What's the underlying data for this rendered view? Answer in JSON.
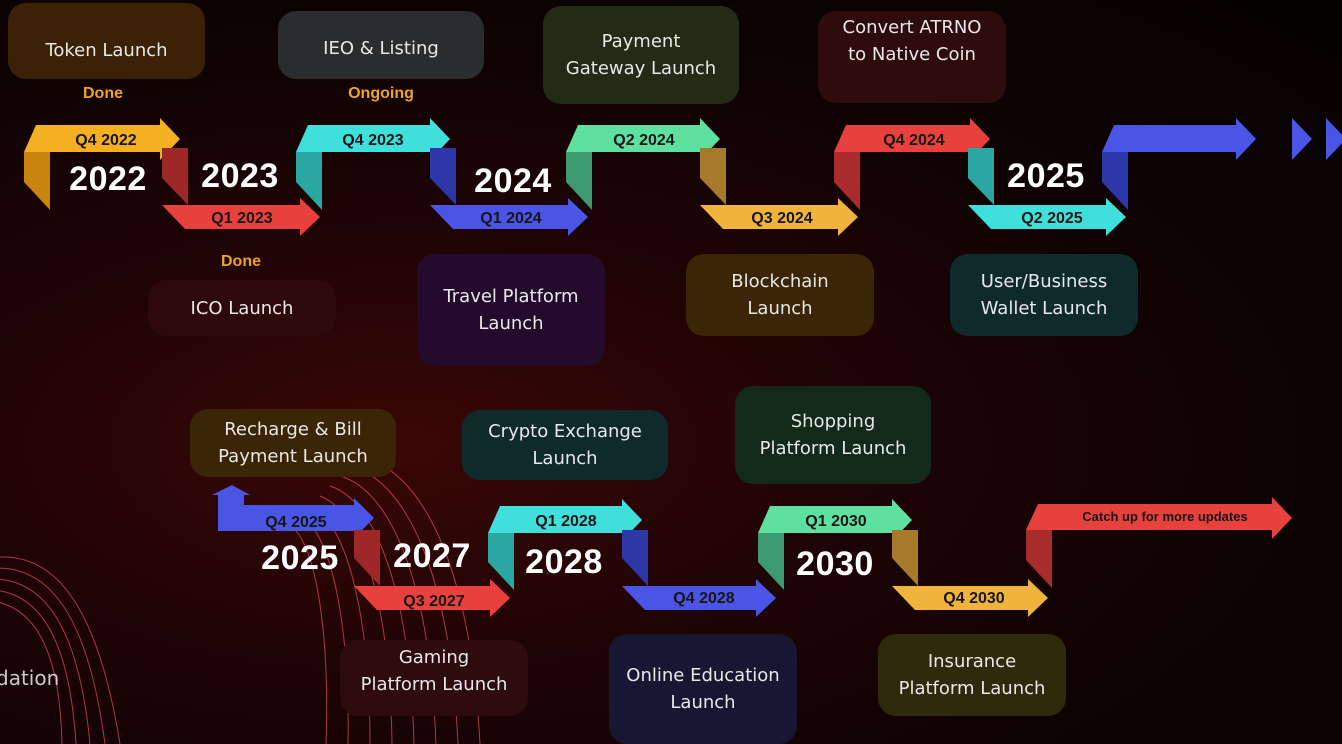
{
  "side_text": "dation",
  "row1": {
    "years": [
      "2022",
      "2023",
      "2024",
      "2025"
    ],
    "quarters": [
      "Q4 2022",
      "Q1 2023",
      "Q4 2023",
      "Q1 2024",
      "Q2 2024",
      "Q3 2024",
      "Q4 2024",
      "Q2 2025"
    ],
    "milestones": [
      {
        "text": "Token Launch",
        "status": "Done"
      },
      {
        "text": "ICO Launch",
        "status": "Done"
      },
      {
        "text": "IEO & Listing",
        "status": "Ongoing"
      },
      {
        "text": "Travel Platform\nLaunch",
        "status": ""
      },
      {
        "text": "Payment\nGateway Launch",
        "status": ""
      },
      {
        "text": "Blockchain\nLaunch",
        "status": ""
      },
      {
        "text": "Convert ATRNO\nto Native Coin",
        "status": ""
      },
      {
        "text": "User/Business\nWallet Launch",
        "status": ""
      }
    ]
  },
  "row2": {
    "years": [
      "2025",
      "2027",
      "2028",
      "2030"
    ],
    "quarters": [
      "Q4 2025",
      "Q3 2027",
      "Q1 2028",
      "Q4 2028",
      "Q1 2030",
      "Q4 2030"
    ],
    "end_label": "Catch up for more updates",
    "milestones": [
      {
        "text": "Recharge & Bill\nPayment Launch"
      },
      {
        "text": "Gaming\nPlatform Launch"
      },
      {
        "text": "Crypto Exchange\nLaunch"
      },
      {
        "text": "Online Education\nLaunch"
      },
      {
        "text": "Shopping\nPlatform Launch"
      },
      {
        "text": "Insurance\nPlatform Launch"
      }
    ]
  },
  "colors": {
    "yellow": "#f5b021",
    "red": "#e8413d",
    "cyan": "#3fe0dc",
    "blue": "#4a55e6",
    "green": "#5ee0a0",
    "gold": "#f0b33c",
    "status": "#f0a320"
  }
}
